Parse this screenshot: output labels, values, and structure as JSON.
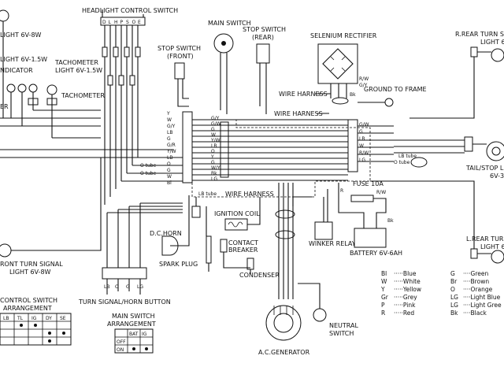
{
  "labels": {
    "headlight_switch": "HEADLIGHT CONTROL SWITCH",
    "main_switch": "MAIN SWITCH",
    "stop_switch_rear_1": "STOP SWITCH",
    "stop_switch_rear_2": "(REAR)",
    "selenium_rectifier": "SELENIUM RECTIFIER",
    "rear_turn_right_1": "R.REAR TURN SI",
    "rear_turn_right_2": "LIGHT 6V",
    "stop_switch_front_1": "STOP SWITCH",
    "stop_switch_front_2": "(FRONT)",
    "turn_light_top": "LIGHT 6V-8W",
    "indicator_light": "LIGHT 6V-1.5W",
    "indicator": "NDICATOR",
    "tacho_light_1": "TACHOMETER",
    "tacho_light_2": "LIGHT 6V-1.5W",
    "tachometer": "TACHOMETER",
    "wire_harness_1": "WIRE HARNESS",
    "wire_harness_2": "WIRE HARNESS",
    "wire_harness_3": "WIRE HARNESS",
    "ground_frame": "GROUND TO FRAME",
    "tail_stop_1": "TAIL/STOP L",
    "tail_stop_2": "6V-3,",
    "ignition_coil": "IGNITION COIL",
    "fuse": "FUSE 10A",
    "dc_horn": "D.C.HORN",
    "spark_plug": "SPARK PLUG",
    "contact_1": "CONTACT",
    "contact_2": "BREAKER",
    "condenser": "CONDENSER",
    "winker_relay": "WINKER RELAY",
    "battery": "BATTERY 6V-6AH",
    "front_turn_1": "RONT TURN SIGNAL",
    "front_turn_2": "LIGHT 6V-8W",
    "l_rear_turn_1": "L.REAR TURN S",
    "l_rear_turn_2": "LIGHT 6V",
    "turn_horn_button": "TURN SIGNAL/HORN BUTTON",
    "control_switch_1": "CONTROL SWITCH",
    "control_switch_2": "ARRANGEMENT",
    "main_arr_1": "MAIN SWITCH",
    "main_arr_2": "ARRANGEMENT",
    "ac_generator": "A.C.GENERATOR",
    "neutral_1": "NEUTRAL",
    "neutral_2": "SWITCH",
    "er": "ER"
  },
  "headlight_terminals": [
    "D",
    "L",
    "H",
    "P",
    "S",
    "O",
    "E"
  ],
  "main_switch_table": {
    "headers": [
      "BAT",
      "IG"
    ],
    "rows": [
      "OFF",
      "ON"
    ]
  },
  "control_switch_table": {
    "headers": [
      "LB",
      "TL",
      "IG",
      "DY",
      "SE"
    ],
    "rows": [
      "",
      "",
      ""
    ]
  },
  "legend": {
    "left": [
      {
        "code": "Bl",
        "name": "Blue"
      },
      {
        "code": "W",
        "name": "White"
      },
      {
        "code": "Y",
        "name": "Yellow"
      },
      {
        "code": "Gr",
        "name": "Grey"
      },
      {
        "code": "P",
        "name": "Pink"
      },
      {
        "code": "R",
        "name": "Red"
      }
    ],
    "right": [
      {
        "code": "G",
        "name": "Green"
      },
      {
        "code": "Br",
        "name": "Brown"
      },
      {
        "code": "O",
        "name": "Orange"
      },
      {
        "code": "LG",
        "name": "Light Blue"
      },
      {
        "code": "LG",
        "name": "Light Gree"
      },
      {
        "code": "Bk",
        "name": "Black"
      }
    ]
  },
  "wire_codes": {
    "left": [
      "Y",
      "W",
      "G/Y",
      "LB",
      "G",
      "G/R",
      "Y/W",
      "LB",
      "O",
      "G",
      "W",
      "Bl"
    ],
    "center": [
      "G/Y",
      "G/W",
      "G",
      "W",
      "Y/W",
      "LB",
      "O",
      "Y",
      "G",
      "W/Y",
      "Bk",
      "LG"
    ],
    "right": [
      "G/W",
      "G",
      "LB",
      "W",
      "R/W",
      "LG"
    ],
    "rectifier": [
      "R/W",
      "G/Y",
      "Y",
      "Bk"
    ],
    "fuse": [
      "R",
      "R/W",
      "Bk"
    ],
    "tube": [
      "LB tube",
      "O tube",
      "O tube",
      "LB tube",
      "O tube"
    ]
  }
}
